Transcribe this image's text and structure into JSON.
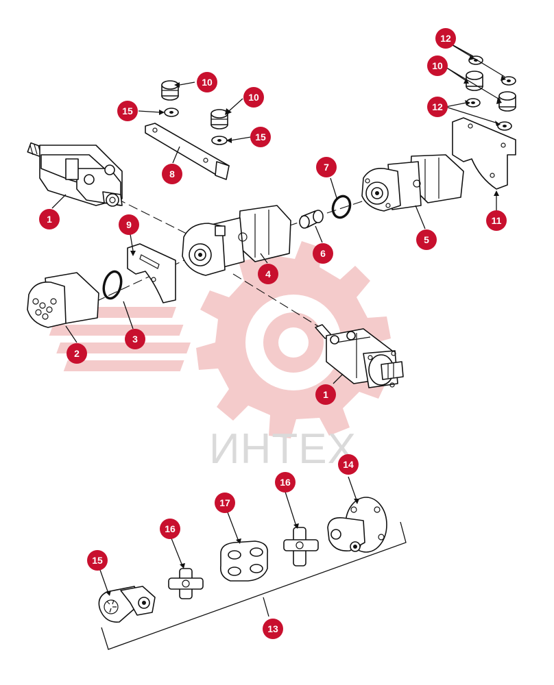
{
  "watermark": {
    "text": "ИНТЕХ",
    "color": "#f2c9c9",
    "text_color": "#d6d6d6"
  },
  "callout_color": "#c8102e",
  "callouts": [
    {
      "id": "c1",
      "label": "1",
      "part": "hydraulic-motor"
    },
    {
      "id": "c2",
      "label": "1",
      "part": "hydraulic-motor"
    },
    {
      "id": "c3",
      "label": "2",
      "part": "gear-pump"
    },
    {
      "id": "c4",
      "label": "3",
      "part": "o-ring"
    },
    {
      "id": "c5",
      "label": "4",
      "part": "tandem-pump"
    },
    {
      "id": "c6",
      "label": "5",
      "part": "gear-pump"
    },
    {
      "id": "c7",
      "label": "6",
      "part": "coupling-sleeve"
    },
    {
      "id": "c8",
      "label": "7",
      "part": "o-ring"
    },
    {
      "id": "c9",
      "label": "8",
      "part": "support-strap"
    },
    {
      "id": "c10",
      "label": "9",
      "part": "mounting-bracket"
    },
    {
      "id": "c11",
      "label": "10",
      "part": "rubber-mount"
    },
    {
      "id": "c12",
      "label": "10",
      "part": "rubber-mount"
    },
    {
      "id": "c13",
      "label": "10",
      "part": "rubber-mount"
    },
    {
      "id": "c14",
      "label": "11",
      "part": "mounting-bracket"
    },
    {
      "id": "c15",
      "label": "12",
      "part": "washer"
    },
    {
      "id": "c16",
      "label": "12",
      "part": "washer"
    },
    {
      "id": "c17",
      "label": "13",
      "part": "drive-shaft-kit"
    },
    {
      "id": "c18",
      "label": "14",
      "part": "flange-yoke"
    },
    {
      "id": "c19",
      "label": "15",
      "part": "washer"
    },
    {
      "id": "c20",
      "label": "15",
      "part": "washer"
    },
    {
      "id": "c21",
      "label": "15",
      "part": "spline-yoke"
    },
    {
      "id": "c22",
      "label": "16",
      "part": "universal-joint-cross"
    },
    {
      "id": "c23",
      "label": "16",
      "part": "universal-joint-cross"
    },
    {
      "id": "c24",
      "label": "17",
      "part": "center-yoke"
    }
  ]
}
